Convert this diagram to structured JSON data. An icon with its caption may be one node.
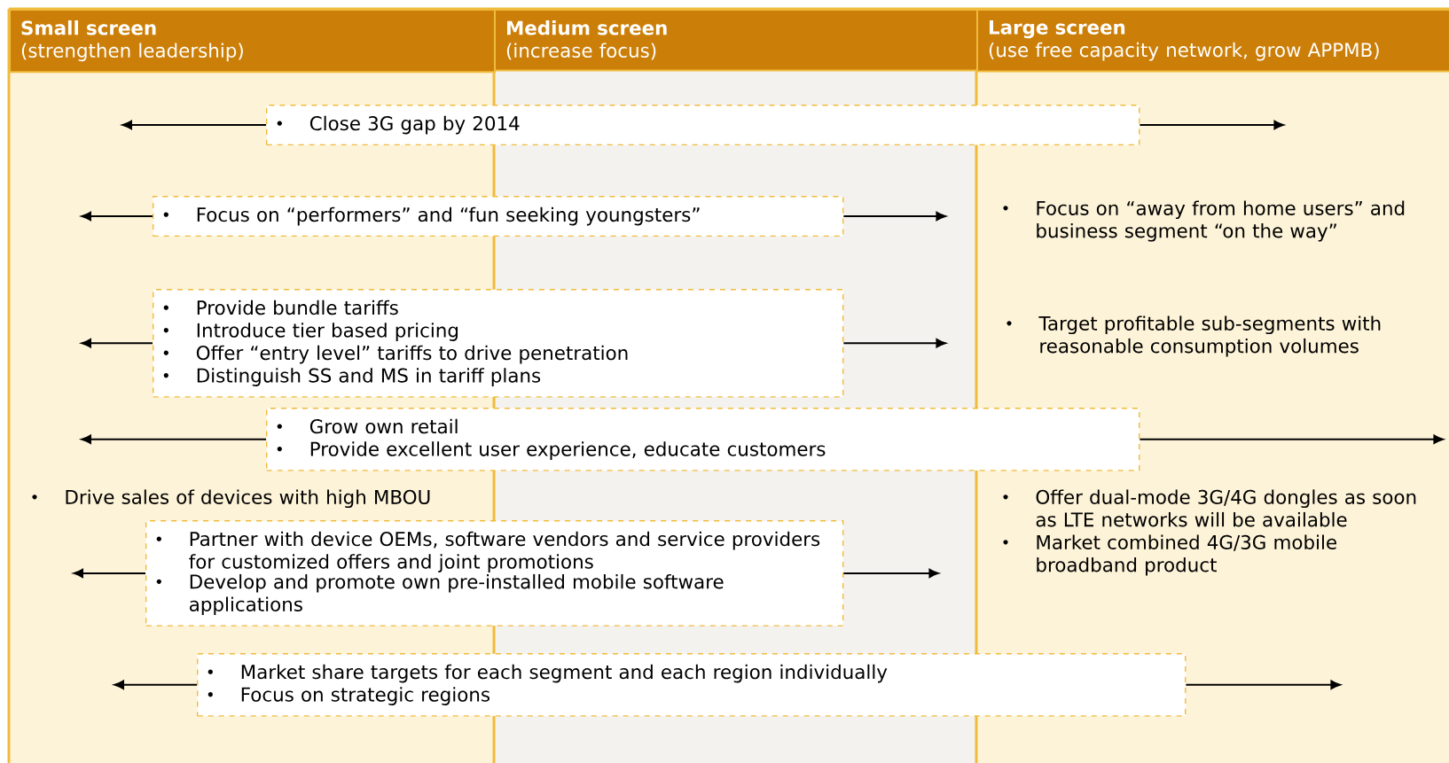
{
  "diagram": {
    "nodes": [
      {
        "text": [
          "Small screen",
          "(strengthen leadership)"
        ]
      },
      {
        "text": [
          "Medium screen",
          "(increase focus)"
        ]
      },
      {
        "text": [
          "Large screen",
          "(use free capacity network, grow APPMB)"
        ]
      },
      {
        "text": [
          "Close 3G gap by 2014"
        ]
      },
      {
        "text": [
          "Focus on “performers” and “fun seeking youngsters”"
        ]
      },
      {
        "text": [
          "Provide bundle tariffs",
          "Introduce tier based pricing",
          "Offer “entry level” tariffs to drive penetration",
          "Distinguish SS and MS in tariff plans"
        ]
      },
      {
        "text": [
          "Grow own retail",
          "Provide excellent user experience, educate customers"
        ]
      },
      {
        "text": [
          "Partner with device OEMs, software vendors and service providers for customized offers and joint promotions",
          "Develop and promote own pre-installed mobile software applications"
        ]
      },
      {
        "text": [
          "Market share targets for each segment and each region individually",
          "Focus on strategic regions"
        ]
      }
    ],
    "edges": [
      {
        "from": 3,
        "to": null,
        "arrow": "to"
      },
      {
        "from": 3,
        "to": null,
        "arrow": "to"
      },
      {
        "from": 4,
        "to": null,
        "arrow": "to"
      },
      {
        "from": 4,
        "to": null,
        "arrow": "to"
      },
      {
        "from": 5,
        "to": null,
        "arrow": "to"
      },
      {
        "from": 5,
        "to": null,
        "arrow": "to"
      },
      {
        "from": 6,
        "to": null,
        "arrow": "to"
      },
      {
        "from": 6,
        "to": null,
        "arrow": "to"
      },
      {
        "from": 7,
        "to": null,
        "arrow": "to"
      },
      {
        "from": 7,
        "to": null,
        "arrow": "to"
      },
      {
        "from": 8,
        "to": null,
        "arrow": "to"
      },
      {
        "from": 8,
        "to": null,
        "arrow": "to"
      }
    ],
    "labels": [
      "Focus on “away from home users” and business segment “on the way”",
      "Target profitable sub-segments with reasonable consumption volumes",
      "Drive sales of devices with high MBOU",
      "Offer dual-mode 3G/4G dongles as soon as LTE networks will be available",
      "Market combined 4G/3G mobile broadband product"
    ]
  }
}
